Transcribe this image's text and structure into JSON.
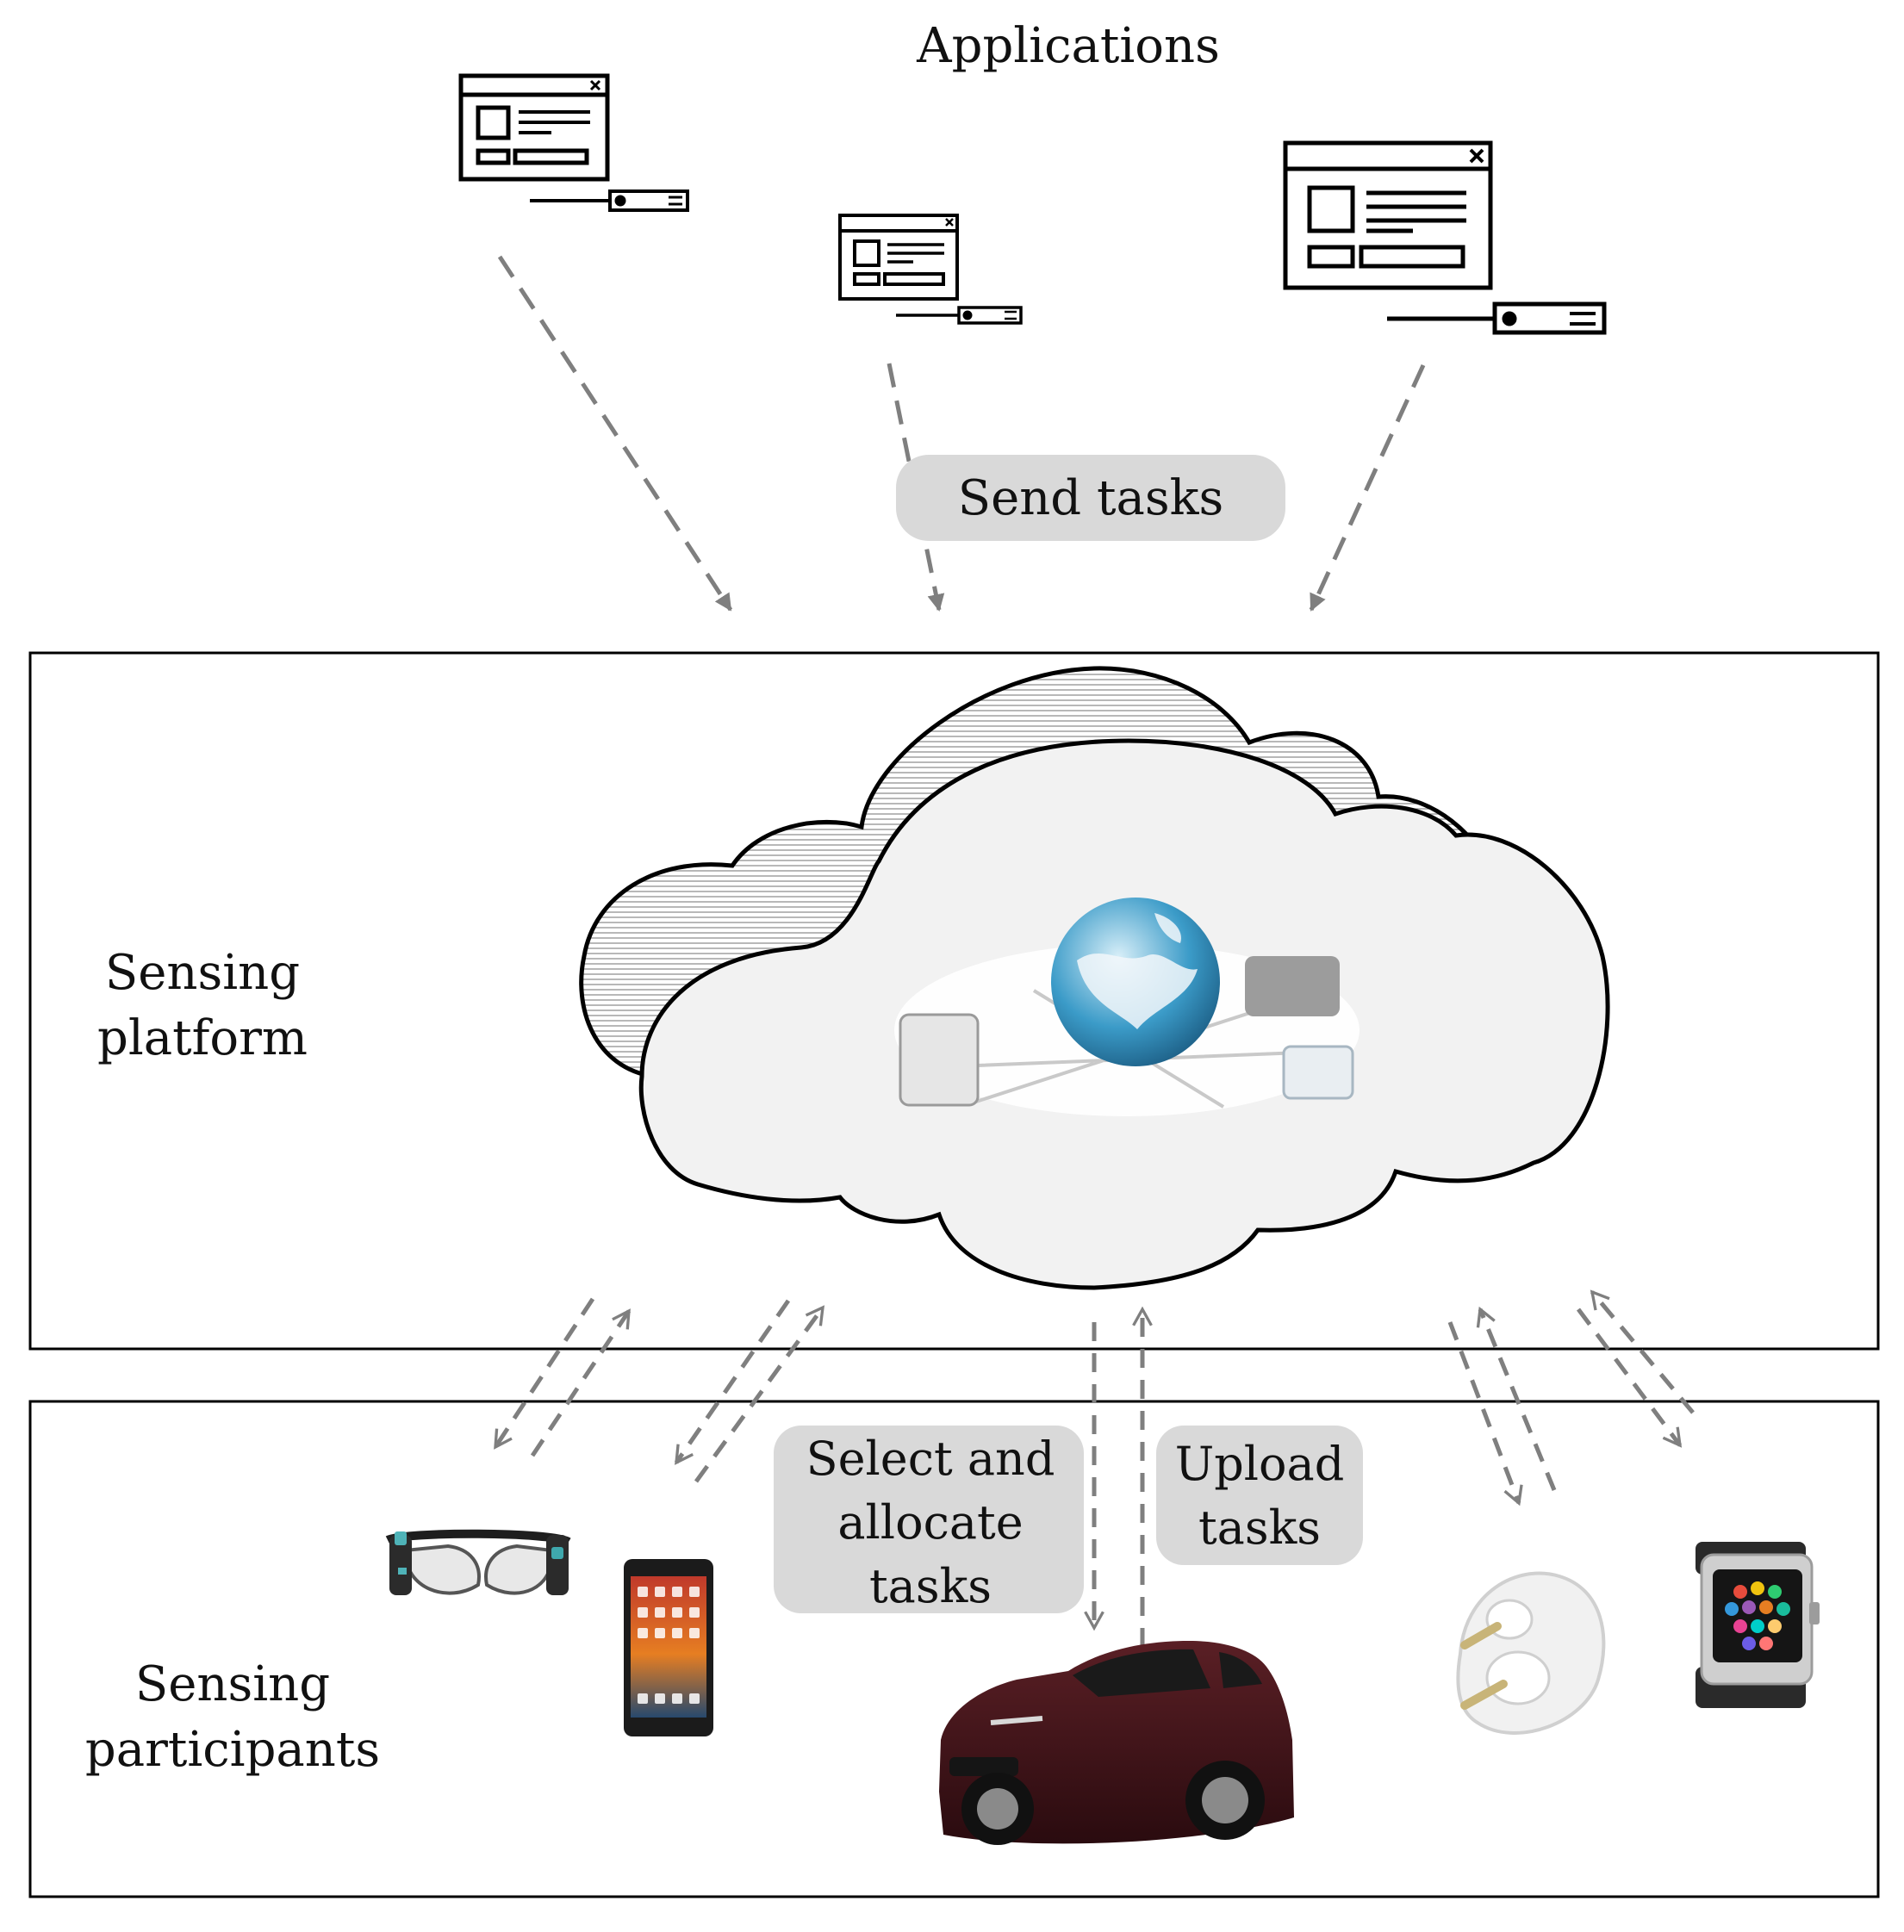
{
  "labels": {
    "applications": "Applications",
    "send_tasks": "Send tasks",
    "sensing_platform": [
      "Sensing",
      "platform"
    ],
    "sensing_participants": [
      "Sensing",
      "participants"
    ],
    "select_allocate": [
      "Select and",
      "allocate",
      "tasks"
    ],
    "upload_tasks": [
      "Upload",
      "tasks"
    ]
  },
  "colors": {
    "arrow": "#7f7f7f",
    "pill": "#d9d9d9",
    "cloud_fill": "#f2f2f2",
    "outline": "#000000"
  },
  "icons": [
    "application-window-icon",
    "cloud-icon",
    "globe-network-icon",
    "smart-glasses-icon",
    "smartphone-icon",
    "car-icon",
    "earbuds-icon",
    "smartwatch-icon"
  ]
}
